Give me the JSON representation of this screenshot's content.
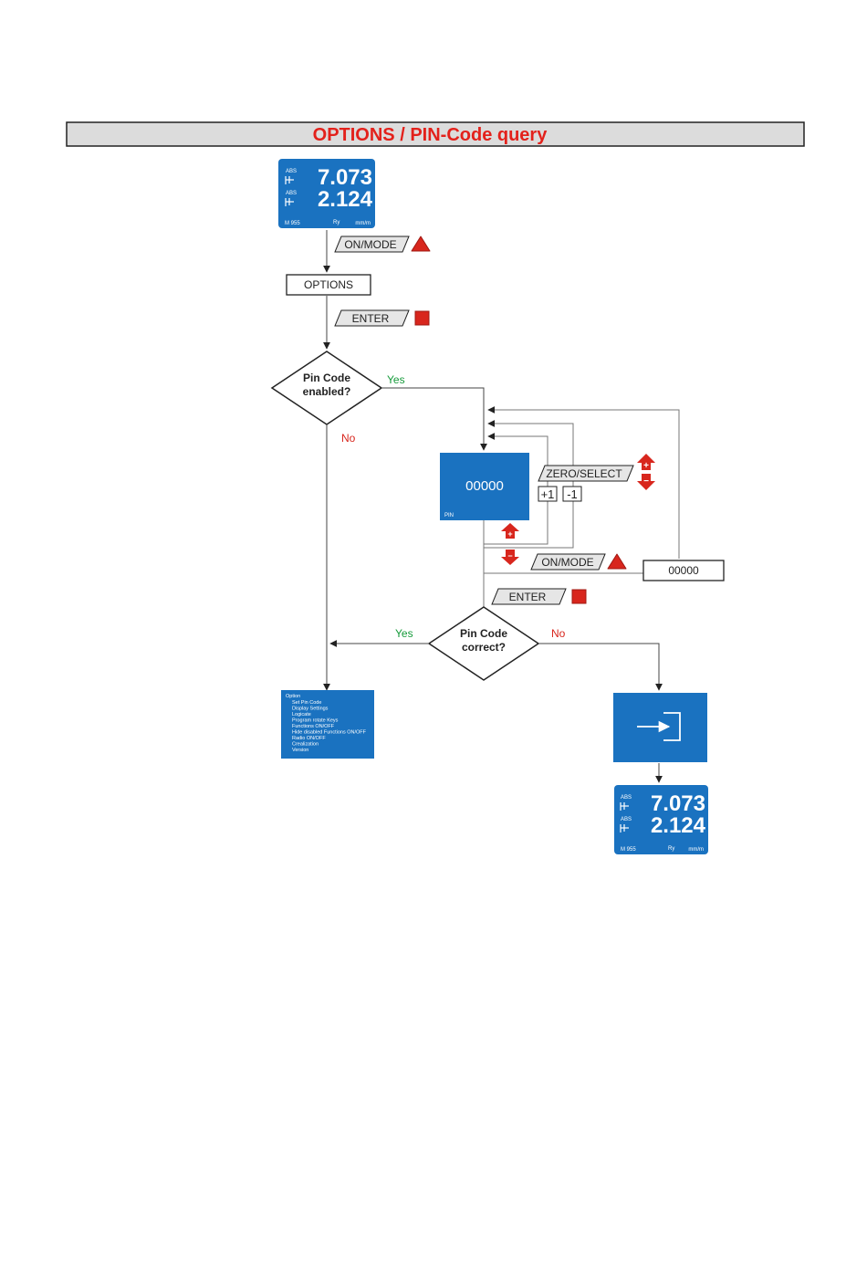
{
  "title": "OPTIONS / PIN-Code query",
  "display": {
    "abs_label": "ABS",
    "value1": "7.073",
    "value2": "2.124",
    "footer_left": "M 955",
    "footer_mid": "Ry",
    "footer_right": "mm/m"
  },
  "keys": {
    "on_mode": "ON/MODE",
    "enter": "ENTER",
    "zero_select": "ZERO/SELECT",
    "plus_one": "+1",
    "minus_one": "-1"
  },
  "boxes": {
    "options": "OPTIONS",
    "pin_reset": "00000"
  },
  "decisions": {
    "pin_enabled_line1": "Pin Code",
    "pin_enabled_line2": "enabled?",
    "pin_correct_line1": "Pin Code",
    "pin_correct_line2": "correct?",
    "yes": "Yes",
    "no": "No"
  },
  "pin_screen": {
    "value": "00000",
    "label": "PIN"
  },
  "option_menu": {
    "header": "Option",
    "items": [
      "Set Pin Code",
      "Display Settings",
      "Logicate",
      "Program rotate Keys",
      "Functions ON/OFF",
      "Hide disabled Functions ON/OFF",
      "Radio ON/OFF",
      "Crealization",
      "Version"
    ]
  },
  "colors": {
    "lcd_blue": "#1a72c0",
    "key_red": "#d8261d",
    "title_red": "#e3211b",
    "yes_green": "#159a3a",
    "header_bg": "#dcdcdc"
  }
}
